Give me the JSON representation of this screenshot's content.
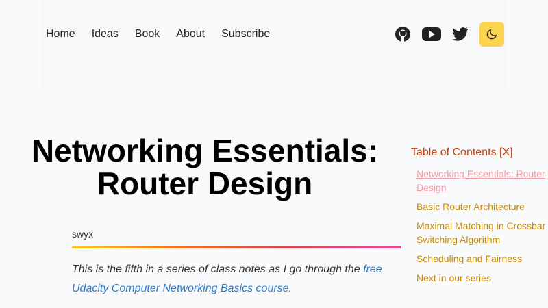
{
  "nav": {
    "links": [
      "Home",
      "Ideas",
      "Book",
      "About",
      "Subscribe"
    ]
  },
  "icons": [
    "github-icon",
    "youtube-icon",
    "twitter-icon",
    "moon-icon"
  ],
  "post": {
    "title": "Networking Essentials: Router Design",
    "author": "swyx",
    "intro_prefix": "This is the fifth in a series of class notes as I go through the ",
    "intro_link": "free Udacity Computer Networking Basics course",
    "intro_suffix": "."
  },
  "toc": {
    "title": "Table of Contents [X]",
    "items": [
      "Networking Essentials: Router Design",
      "Basic Router Architecture",
      "Maximal Matching in Crossbar Switching Algorithm",
      "Scheduling and Fairness",
      "Next in our series"
    ]
  }
}
